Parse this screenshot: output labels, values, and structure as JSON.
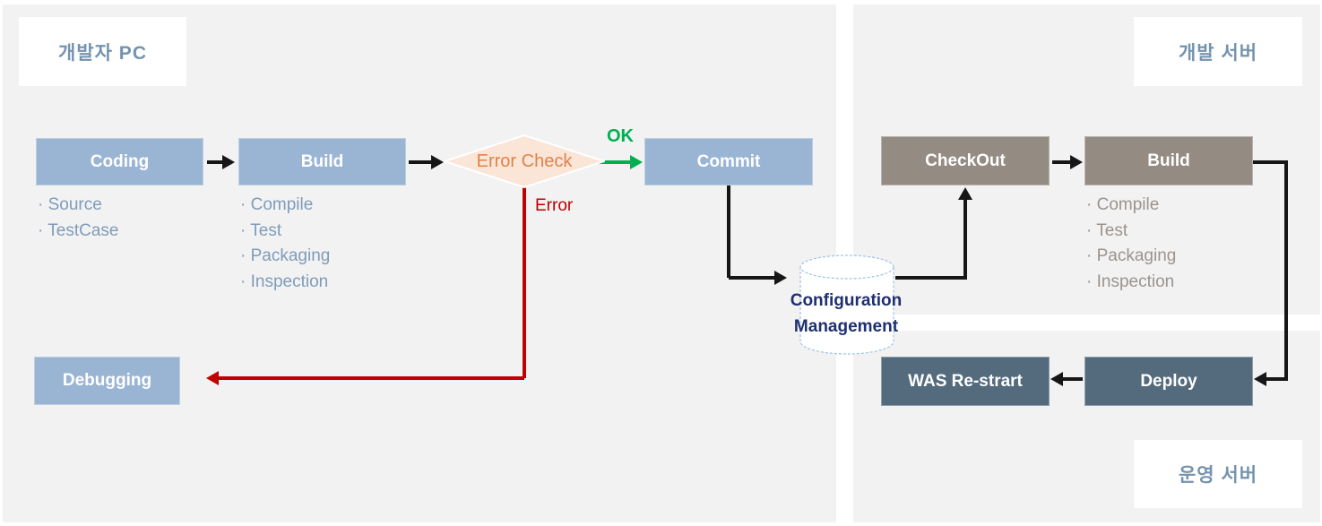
{
  "diagram": {
    "zones": {
      "developer_pc": {
        "label": "개발자 PC"
      },
      "dev_server": {
        "label": "개발 서버"
      },
      "ops_server": {
        "label": "운영 서버"
      }
    },
    "nodes": {
      "coding": {
        "label": "Coding",
        "notes": [
          "· Source",
          "· TestCase"
        ]
      },
      "build_left": {
        "label": "Build",
        "notes": [
          "· Compile",
          "· Test",
          "· Packaging",
          "· Inspection"
        ]
      },
      "error_check": {
        "label": "Error Check"
      },
      "commit": {
        "label": "Commit"
      },
      "debugging": {
        "label": "Debugging"
      },
      "config_mgmt": {
        "line1": "Configuration",
        "line2": "Management"
      },
      "checkout": {
        "label": "CheckOut"
      },
      "build_right": {
        "label": "Build",
        "notes": [
          "· Compile",
          "· Test",
          "· Packaging",
          "· Inspection"
        ]
      },
      "deploy": {
        "label": "Deploy"
      },
      "was_restart": {
        "label": "WAS Re-strart"
      }
    },
    "edges": {
      "ok_label": "OK",
      "error_label": "Error"
    },
    "colors": {
      "panel_bg": "#f2f2f2",
      "box_blue": "#9ab5d3",
      "box_taupe": "#948b83",
      "box_slate": "#546b7e",
      "diamond_fill": "#fbe5d6",
      "diamond_text": "#e0834c",
      "ok_green": "#00b050",
      "error_red": "#c00000",
      "arrow_black": "#161616",
      "note_blue": "#7f9cba",
      "note_gray": "#9b948d",
      "zone_label_text": "#7593ae",
      "config_text": "#1f3070",
      "cylinder_stroke": "#9dc3e6"
    }
  }
}
